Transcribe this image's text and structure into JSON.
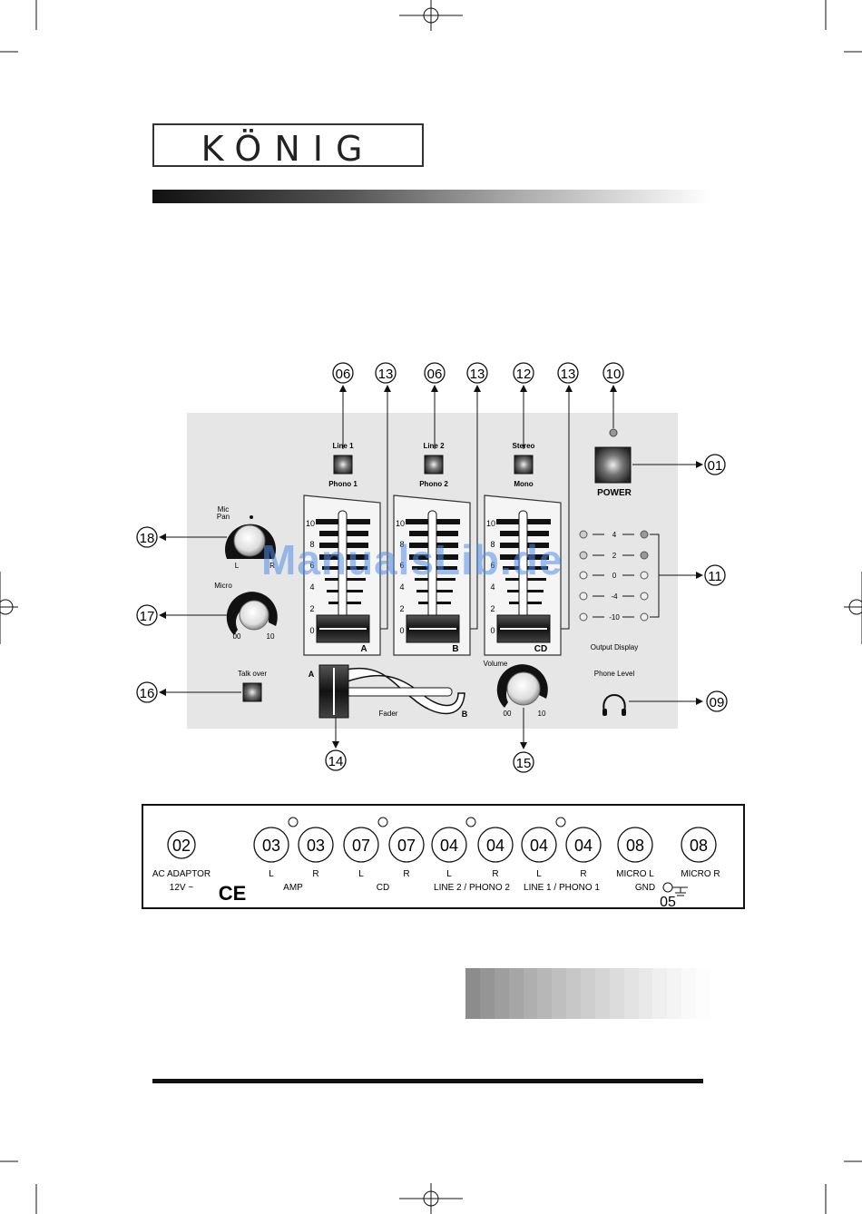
{
  "brand": {
    "logo": "KÖNIG"
  },
  "watermark": "ManualsLib.de",
  "front_panel": {
    "callouts_top": [
      "06",
      "13",
      "06",
      "13",
      "12",
      "13",
      "10"
    ],
    "callouts_right": [
      "01",
      "11",
      "09"
    ],
    "callouts_left": [
      "18",
      "17",
      "16"
    ],
    "callouts_bottom": [
      "14",
      "15"
    ],
    "switches": [
      {
        "top": "Line 1",
        "bottom": "Phono 1"
      },
      {
        "top": "Line 2",
        "bottom": "Phono 2"
      },
      {
        "top": "Stereo",
        "bottom": "Mono"
      }
    ],
    "power_label": "POWER",
    "mic_pan": {
      "label_line1": "Mic",
      "label_line2": "Pan",
      "left": "L",
      "right": "R"
    },
    "micro": {
      "label": "Micro",
      "min": "00",
      "max": "10"
    },
    "talk_over": "Talk over",
    "fader_scale": [
      "10",
      "8",
      "6",
      "4",
      "2",
      "0"
    ],
    "channel_names": [
      "A",
      "B",
      "CD"
    ],
    "crossfader": {
      "left": "A",
      "right": "B",
      "label": "Fader"
    },
    "volume": {
      "label": "Volume",
      "min": "00",
      "max": "10"
    },
    "output_display": {
      "levels": [
        "4",
        "2",
        "0",
        "-4",
        "-10"
      ],
      "label": "Output Display"
    },
    "phone_level": "Phone Level"
  },
  "rear_panel": {
    "callouts": [
      "02",
      "03",
      "03",
      "07",
      "07",
      "04",
      "04",
      "04",
      "04",
      "08",
      "08"
    ],
    "gnd_callout": "05",
    "ac_label": "AC  ADAPTOR",
    "ac_voltage": "12V ~",
    "ce_mark": "CE",
    "channel_sides": [
      "L",
      "R",
      "L",
      "R",
      "L",
      "R",
      "L",
      "R"
    ],
    "group_labels": [
      "AMP",
      "CD",
      "LINE 2 / PHONO 2",
      "LINE 1 / PHONO 1"
    ],
    "micro_l": "MICRO  L",
    "micro_r": "MICRO  R",
    "gnd": "GND"
  }
}
